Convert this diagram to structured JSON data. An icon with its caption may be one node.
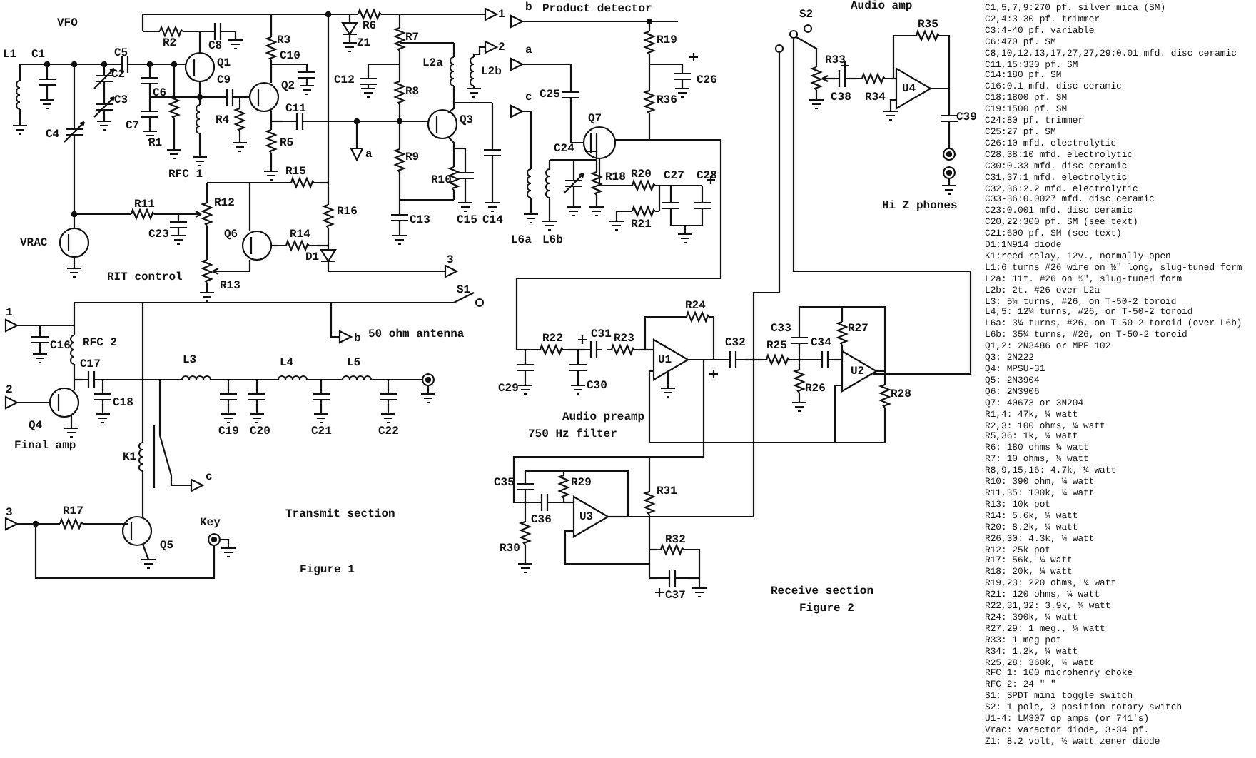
{
  "diagram": {
    "labels": [
      "VFO",
      "L1",
      "C1",
      "C5",
      "R2",
      "C8",
      "Q1",
      "R3",
      "C6",
      "C9",
      "Q2",
      "C10",
      "C2",
      "C3",
      "C7",
      "R4",
      "R1",
      "C4",
      "RFC 1",
      "R5",
      "C11",
      "R6",
      "Z1",
      "R7",
      "C12",
      "R8",
      "Q3",
      "a",
      "R9",
      "R10",
      "L2a",
      "L2b",
      "1",
      "2",
      "C13",
      "C15",
      "C14",
      "R12",
      "R15",
      "R11",
      "C23",
      "R16",
      "Q6",
      "R14",
      "VRAC",
      "RIT control",
      "R13",
      "D1",
      "3",
      "S1",
      "b",
      "1",
      "C16",
      "RFC 2",
      "2",
      "C17",
      "L3",
      "L4",
      "L5",
      "50 ohm antenna",
      "C18",
      "Q4",
      "C19",
      "C20",
      "C21",
      "C22",
      "Final amp",
      "K1",
      "c",
      "3",
      "R17",
      "Transmit section",
      "Key",
      "Q5",
      "Figure 1",
      "b",
      "Product detector",
      "a",
      "c",
      "R19",
      "C26",
      "C25",
      "R36",
      "Q7",
      "C24",
      "R18",
      "R20",
      "C27",
      "C28",
      "R21",
      "L6a",
      "L6b",
      "S2",
      "R33",
      "C38",
      "R34",
      "R35",
      "Audio amp",
      "U4",
      "C39",
      "Hi Z phones",
      "R22",
      "C31",
      "R23",
      "R24",
      "C29",
      "C30",
      "U1",
      "C32",
      "R25",
      "C33",
      "R27",
      "R26",
      "C34",
      "U2",
      "R28",
      "Audio preamp",
      "750 Hz filter",
      "C35",
      "R29",
      "R31",
      "C36",
      "U3",
      "R30",
      "R32",
      "C37",
      "Receive section",
      "Figure 2",
      "C1,5,7,9:270 pf. silver mica (SM)",
      "C2,4:3-30 pf. trimmer",
      "C3:4-40 pf. variable",
      "C6:470 pf. SM",
      "C8,10,12,13,17,27,27,29:0.01 mfd. disc ceramic",
      "C11,15:330 pf. SM",
      "C14:180 pf. SM",
      "C16:0.1 mfd. disc ceramic",
      "C18:1800 pf. SM",
      "C19:1500 pf. SM",
      "C24:80 pf. trimmer",
      "C25:27 pf. SM",
      "C26:10 mfd. electrolytic",
      "C28,38:10 mfd. electrolytic",
      "C30:0.33 mfd. disc ceramic",
      "C31,37:1 mfd. electrolytic",
      "C32,36:2.2 mfd. electrolytic",
      "C33-36:0.0027 mfd. disc ceramic",
      "C23:0.001 mfd. disc ceramic",
      "C20,22:300 pf. SM (see text)",
      "C21:600 pf. SM (see text)",
      "D1:1N914 diode",
      "K1:reed relay, 12v., normally-open",
      "L1:6 turns #26 wire on ½\" long, slug-tuned form",
      "L2a: 11t. #26 on ½\", slug-tuned form",
      "L2b: 2t. #26 over L2a",
      "L3: 5¼ turns, #26, on T-50-2 toroid",
      "L4,5: 12¼ turns, #26, on T-50-2 toroid",
      "L6a: 3¼ turns, #26, on T-50-2 toroid (over L6b)",
      "L6b: 35¼ turns, #26, on T-50-2 toroid",
      "Q1,2: 2N3486 or MPF 102",
      "Q3: 2N222",
      "Q4: MPSU-31",
      "Q5: 2N3904",
      "Q6: 2N3906",
      "Q7: 40673 or 3N204",
      "R1,4: 47k, ¼ watt",
      "R2,3: 100 ohms, ¼ watt",
      "R5,36: 1k, ¼ watt",
      "R6: 180 ohms ¼ watt",
      "R7: 10 ohms, ¼ watt",
      "R8,9,15,16: 4.7k, ¼ watt",
      "R10: 390 ohm, ¼ watt",
      "R11,35: 100k, ¼ watt",
      "R13: 10k pot",
      "R14: 5.6k, ¼ watt",
      "R20: 8.2k, ¼ watt",
      "R26,30: 4.3k, ¼ watt",
      "R12: 25k pot",
      "R17: 56k, ¼ watt",
      "R18: 20k, ¼ watt",
      "R19,23: 220 ohms, ¼ watt",
      "R21: 120 ohms, ¼ watt",
      "R22,31,32: 3.9k, ¼ watt",
      "R24: 390k, ¼ watt",
      "R27,29: 1 meg., ¼ watt",
      "R33: 1 meg pot",
      "R34: 1.2k, ¼ watt",
      "R25,28: 360k, ¼ watt",
      "RFC 1: 100 microhenry choke",
      "RFC 2: 24 \" \"",
      "S1: SPDT mini toggle switch",
      "S2: 1 pole, 3 position rotary switch",
      "U1-4: LM307 op amps (or 741's)",
      "Vrac: varactor diode, 3-34 pf.",
      "Z1: 8.2 volt, ½ watt zener diode"
    ]
  }
}
